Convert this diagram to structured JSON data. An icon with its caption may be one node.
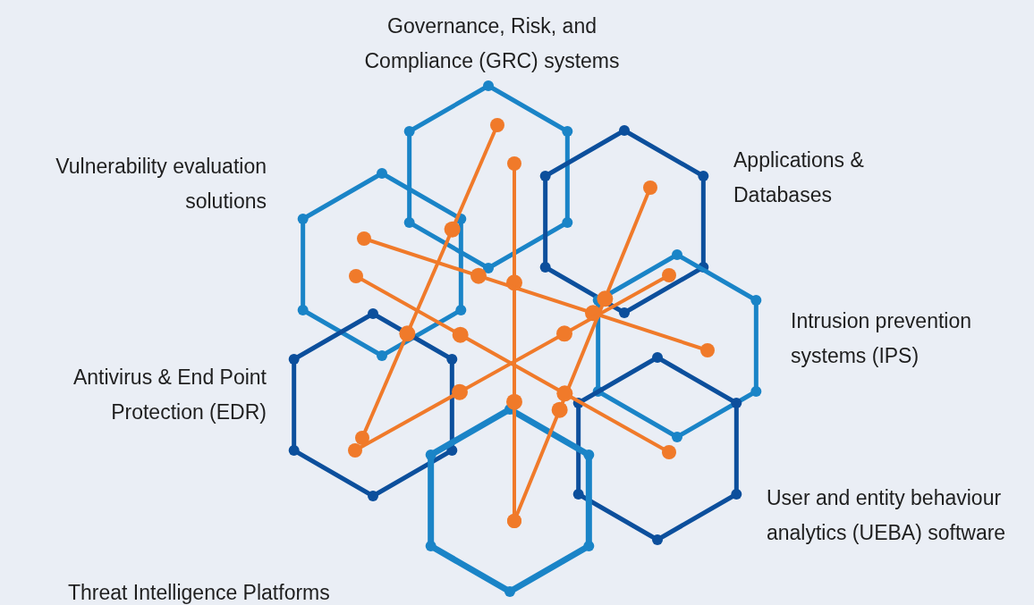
{
  "diagram": {
    "labels": [
      "Governance, Risk, and Compliance (GRC) systems",
      "Applications & Databases",
      "Vulnerability evaluation solutions",
      "Intrusion prevention systems (IPS)",
      "Antivirus & End Point Protection (EDR)",
      "User and entity behaviour analytics (UEBA) software",
      "Threat Intelligence Platforms"
    ]
  }
}
